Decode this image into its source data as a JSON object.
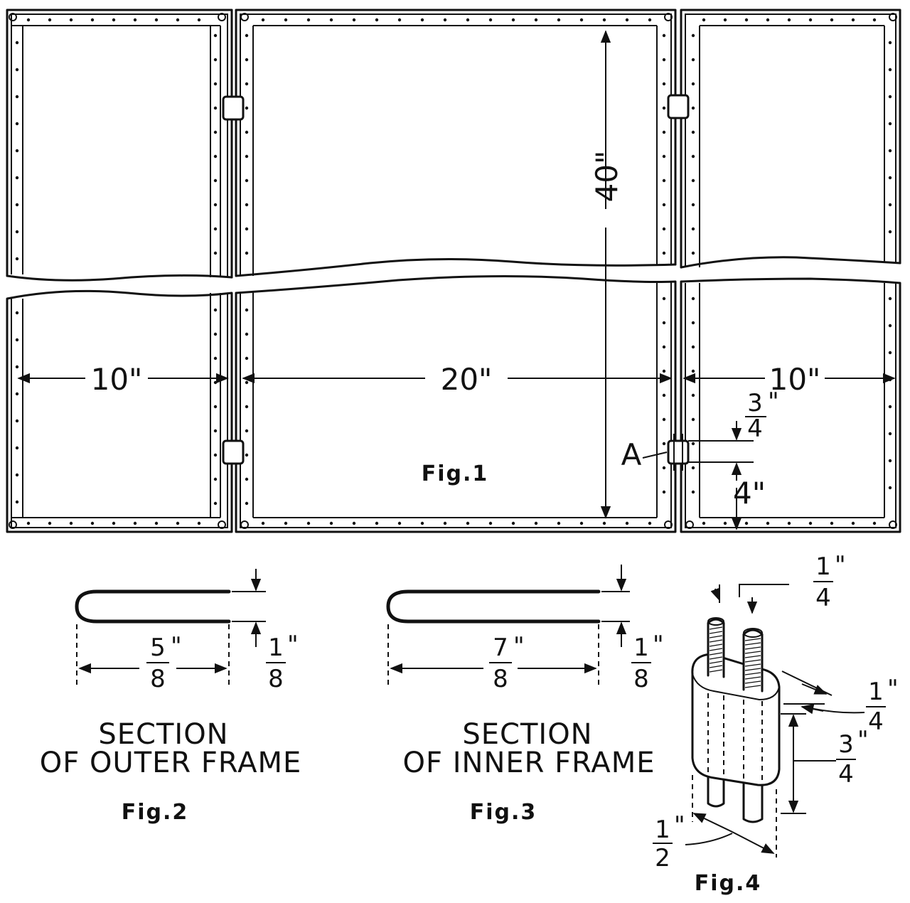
{
  "figure_1": {
    "caption": "Fig.1",
    "height_label": "40\"",
    "left_width_label": "10\"",
    "center_width_label": "20\"",
    "right_width_label": "10\"",
    "point_label": "A",
    "clip_height_num": "3",
    "clip_height_den": "4",
    "clip_height_unit": "\"",
    "clip_offset_label": "4\""
  },
  "figure_2": {
    "caption": "Fig.2",
    "title_line1": "SECTION",
    "title_line2": "OF OUTER FRAME",
    "width_num": "5",
    "width_den": "8",
    "width_unit": "\"",
    "gap_num": "1",
    "gap_den": "8",
    "gap_unit": "\""
  },
  "figure_3": {
    "caption": "Fig.3",
    "title_line1": "SECTION",
    "title_line2": "OF INNER FRAME",
    "width_num": "7",
    "width_den": "8",
    "width_unit": "\"",
    "gap_num": "1",
    "gap_den": "8",
    "gap_unit": "\""
  },
  "figure_4": {
    "caption": "Fig.4",
    "pin_num": "1",
    "pin_den": "4",
    "pin_unit": "\"",
    "thick_num": "1",
    "thick_den": "4",
    "thick_unit": "\"",
    "height_num": "3",
    "height_den": "4",
    "height_unit": "\"",
    "width_num": "1",
    "width_den": "2",
    "width_unit": "\""
  }
}
